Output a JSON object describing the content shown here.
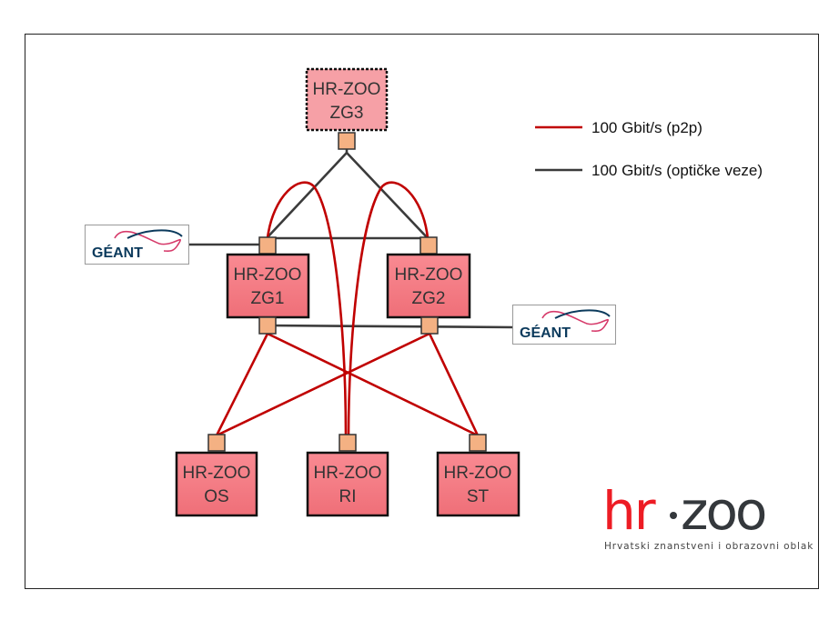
{
  "colors": {
    "p2p": "#c00000",
    "optical": "#3b3b3b",
    "node_fill": "#f47c84",
    "zg3_fill": "#f6a0a6",
    "port_fill": "#f4b183",
    "brand_red": "#ed1c24",
    "brand_dark": "#34383c"
  },
  "nodes": {
    "zg3": {
      "line1": "HR-ZOO",
      "line2": "ZG3"
    },
    "zg1": {
      "line1": "HR-ZOO",
      "line2": "ZG1"
    },
    "zg2": {
      "line1": "HR-ZOO",
      "line2": "ZG2"
    },
    "os": {
      "line1": "HR-ZOO",
      "line2": "OS"
    },
    "ri": {
      "line1": "HR-ZOO",
      "line2": "RI"
    },
    "st": {
      "line1": "HR-ZOO",
      "line2": "ST"
    }
  },
  "geant": {
    "label": "GÉANT"
  },
  "legend": [
    {
      "label": "100 Gbit/s (p2p)"
    },
    {
      "label": "100 Gbit/s (optičke veze)"
    }
  ],
  "brand": {
    "hr": "hr",
    "zoo": "zoo",
    "tagline": "Hrvatski znanstveni i obrazovni oblak"
  }
}
